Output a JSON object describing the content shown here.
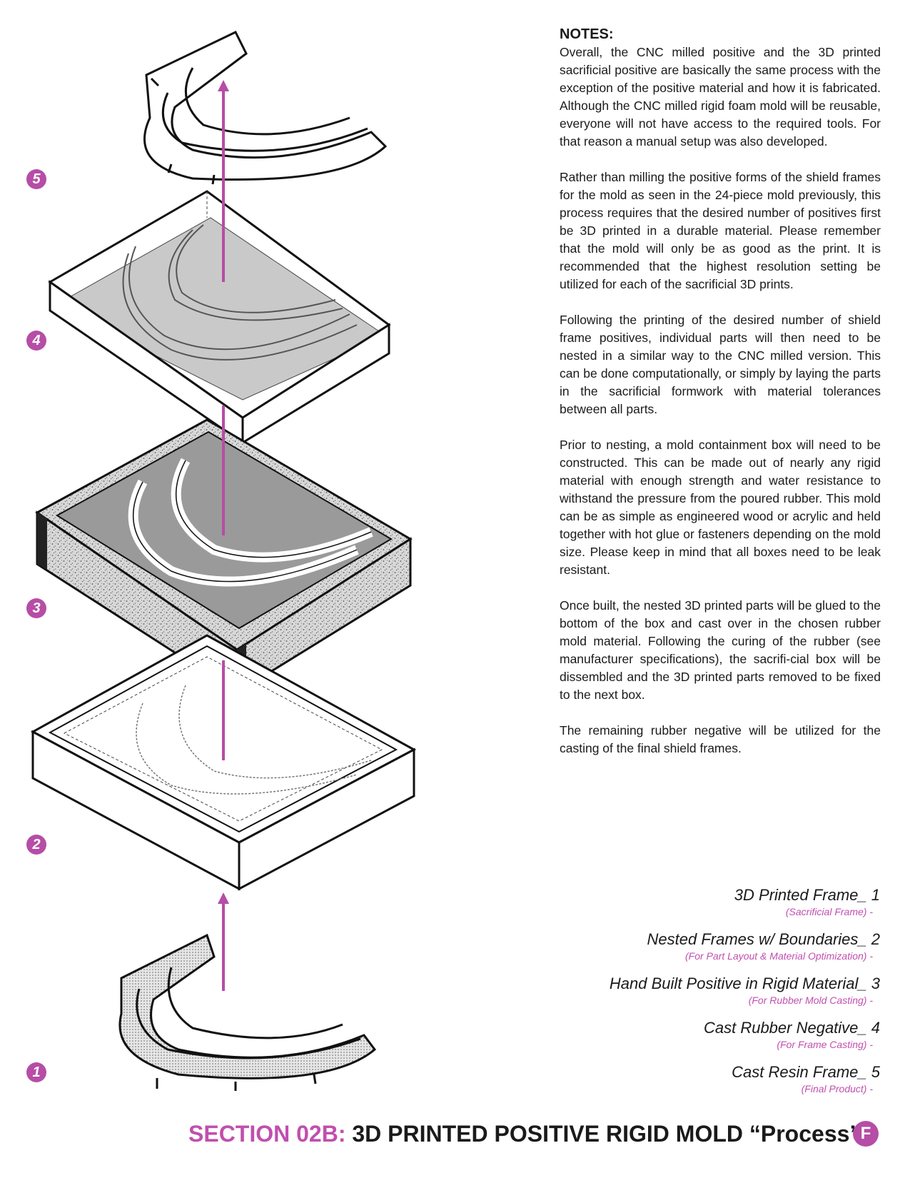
{
  "notes": {
    "heading": "NOTES:",
    "paragraphs": [
      "Overall, the CNC milled positive and the 3D printed sacrificial positive are basically the same process with the exception of the positive material and how it is fabricated. Although the CNC milled rigid foam mold will be reusable, everyone will not have access to the required tools. For that reason  a manual setup was also developed.",
      "Rather than milling the positive forms of the shield frames for the mold as seen in the 24-piece mold previously, this process requires that the desired number of positives first be 3D printed in a durable material. Please remember that the mold will only be as good as the print. It is recommended that the highest resolution setting be utilized for each of the sacrificial 3D prints.",
      "Following the printing of the desired number of shield frame positives, individual parts will then need to be nested in a similar way to the CNC milled version. This can be done computationally, or simply by laying the parts in the sacrificial formwork with material tolerances between all parts.",
      "Prior to nesting, a mold containment box will need to be constructed. This can be made out of nearly any rigid material with enough strength and water resistance to withstand the pressure from the poured rubber. This mold can be as simple as engineered wood or acrylic and held together with hot glue or fasteners depending on the mold size. Please keep in mind that all boxes need to be leak resistant.",
      "Once built, the nested 3D printed parts will be glued to the bottom of the box and cast over in the chosen rubber mold material. Following the curing of the rubber (see manufacturer specifications), the sacrifi-cial box will be dissembled and the 3D printed parts removed to be fixed to the next box.",
      "The remaining rubber negative will be utilized for the casting of the final shield frames."
    ]
  },
  "legend": [
    {
      "title": "3D Printed Frame_ 1",
      "sub": "(Sacrificial Frame) -"
    },
    {
      "title": "Nested Frames w/ Boundaries_ 2",
      "sub": "(For Part Layout & Material Optimization) -"
    },
    {
      "title": "Hand Built Positive in Rigid Material_ 3",
      "sub": "(For Rubber Mold Casting) -"
    },
    {
      "title": "Cast Rubber Negative_ 4",
      "sub": "(For Frame Casting) -"
    },
    {
      "title": "Cast Resin Frame_ 5",
      "sub": "(Final Product) -"
    }
  ],
  "step_markers": [
    "5",
    "4",
    "3",
    "2",
    "1"
  ],
  "footer": {
    "section": "SECTION 02B:",
    "title": "3D PRINTED POSITIVE RIGID MOLD “Process”",
    "sheet": "F"
  },
  "colors": {
    "accent": "#c04fae",
    "marker": "#b64da6",
    "arrow": "#b64da6"
  }
}
